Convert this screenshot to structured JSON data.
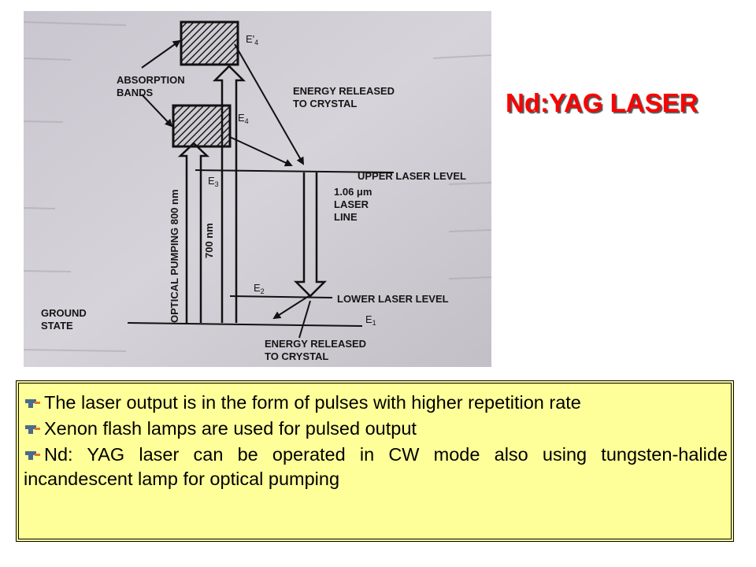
{
  "title": "Nd:YAG LASER",
  "colors": {
    "title": "#ff0000",
    "box_fill": "#ffff99",
    "bullet_icon": "#4a6b8a",
    "bullet_accent": "#e0781e"
  },
  "diagram": {
    "labels": {
      "absorption_bands": [
        "ABSORPTION",
        "BANDS"
      ],
      "e4_prime": "E'",
      "e4_prime_sub": "4",
      "e4": "E",
      "e4_sub": "4",
      "e3": "E",
      "e3_sub": "3",
      "e2": "E",
      "e2_sub": "2",
      "e1": "E",
      "e1_sub": "1",
      "energy_released_top": [
        "ENERGY RELEASED",
        "TO CRYSTAL"
      ],
      "upper_laser_level": "UPPER LASER LEVEL",
      "laser_line": [
        "1.06 μm",
        "LASER",
        "LINE"
      ],
      "lower_laser_level": "LOWER LASER LEVEL",
      "ground_state": [
        "GROUND",
        "STATE"
      ],
      "energy_released_bottom": [
        "ENERGY RELEASED",
        "TO CRYSTAL"
      ],
      "optical_pumping": "OPTICAL PUMPING 800 nm",
      "pump_700": "700 nm"
    }
  },
  "bullets": [
    "The laser output is in the form of pulses with higher repetition rate",
    "Xenon flash lamps are used for pulsed output",
    "Nd: YAG laser can be operated in CW mode also using tungsten-halide incandescent lamp for optical pumping"
  ]
}
